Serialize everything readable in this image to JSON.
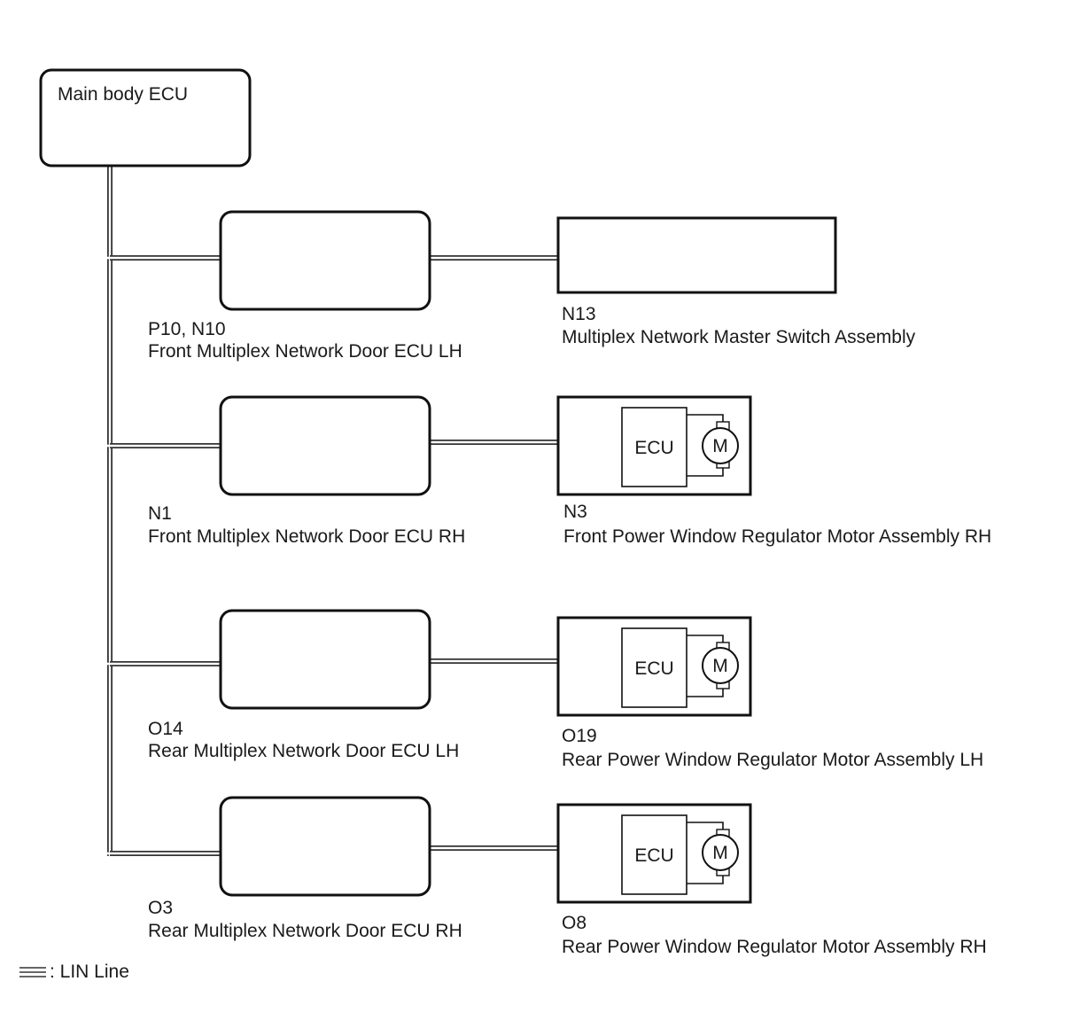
{
  "main_ecu": {
    "label": "Main body ECU"
  },
  "rows": [
    {
      "door_ecu": {
        "code": "P10, N10",
        "name": "Front Multiplex Network Door ECU LH"
      },
      "device": {
        "code": "N13",
        "name": "Multiplex Network Master Switch Assembly",
        "has_motor": false
      }
    },
    {
      "door_ecu": {
        "code": "N1",
        "name": "Front Multiplex Network Door ECU RH"
      },
      "device": {
        "code": "N3",
        "name": "Front Power Window Regulator Motor Assembly RH",
        "has_motor": true
      }
    },
    {
      "door_ecu": {
        "code": "O14",
        "name": "Rear Multiplex Network Door ECU LH"
      },
      "device": {
        "code": "O19",
        "name": "Rear Power Window Regulator Motor Assembly LH",
        "has_motor": true
      }
    },
    {
      "door_ecu": {
        "code": "O3",
        "name": "Rear Multiplex Network Door ECU RH"
      },
      "device": {
        "code": "O8",
        "name": "Rear Power Window Regulator Motor Assembly RH",
        "has_motor": true
      }
    }
  ],
  "motor_unit": {
    "ecu_text": "ECU",
    "motor_text": "M"
  },
  "legend": {
    "text": ": LIN Line"
  },
  "colors": {
    "line": "#111111",
    "background": "#ffffff"
  }
}
